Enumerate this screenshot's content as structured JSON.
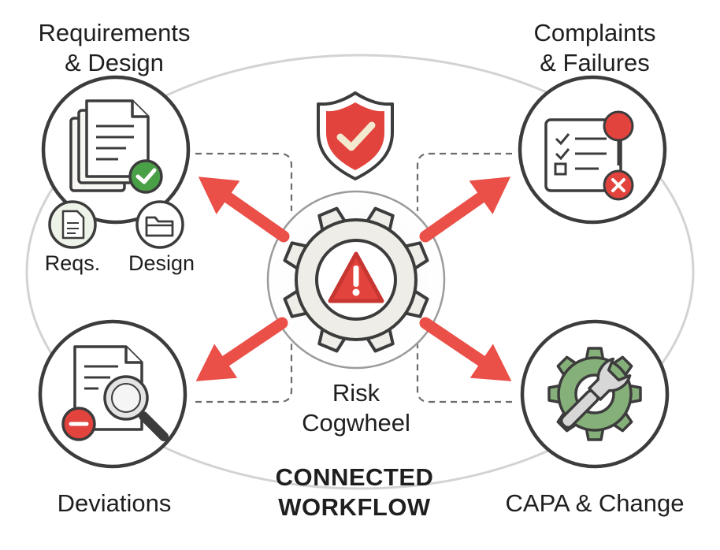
{
  "nodes": {
    "requirements": {
      "title": "Requirements\n& Design",
      "sub_left": "Reqs.",
      "sub_right": "Design"
    },
    "complaints": {
      "title": "Complaints\n& Failures"
    },
    "deviations": {
      "title": "Deviations"
    },
    "capa": {
      "title": "CAPA & Change"
    },
    "risk": {
      "title": "Risk\nCogwheel"
    }
  },
  "center_label": "CONNECTED\nWORKFLOW",
  "icons": {
    "shield": "shield-check-icon",
    "hub": "cogwheel-warning-icon",
    "requirements": "documents-check-icon",
    "reqs": "document-icon",
    "design": "folder-icon",
    "complaints": "checklist-failure-icon",
    "deviations": "document-magnifier-icon",
    "capa": "gear-wrench-icon"
  },
  "colors": {
    "accent_red": "#e2433d",
    "arrow_red": "#ea4f48",
    "check_green": "#49a047",
    "gear_green": "#86b07a",
    "circle_stroke": "#3c3c3c",
    "loop_gray": "#d3d3d3",
    "gear_fill": "#efede7"
  }
}
